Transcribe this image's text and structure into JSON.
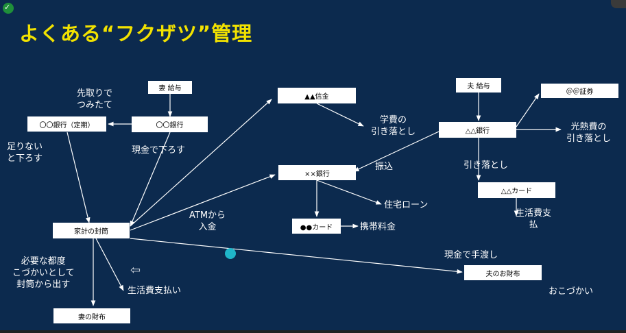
{
  "title": "よくある“フクザツ”管理",
  "boxes": {
    "wife_salary": "妻 給与",
    "bank_fixed": "〇〇銀行（定期）",
    "bank_oo": "〇〇銀行",
    "shinkin": "▲▲信金",
    "bank_xx": "××銀行",
    "card_bb": "●●カード",
    "envelope": "家計の封筒",
    "wife_wallet": "妻の財布",
    "husband_salary": "夫 給与",
    "securities": "＠＠証券",
    "bank_tt": "△△銀行",
    "card_tt": "△△カード",
    "husband_wallet": "夫のお財布"
  },
  "labels": {
    "saving": [
      "先取りで",
      "つみたて"
    ],
    "shortage": [
      "足りない",
      "と下ろす"
    ],
    "cash_withdraw": "現金で下ろす",
    "atm": [
      "ATMから",
      "入金"
    ],
    "tuition": [
      "学費の",
      "引き落とし"
    ],
    "transfer": "振込",
    "housing_loan": "住宅ローン",
    "phone_fee": "携帯料金",
    "utilities": [
      "光熱費の",
      "引き落とし"
    ],
    "debit": "引き落とし",
    "living_pay_right": [
      "生活費支",
      "払"
    ],
    "cash_handover": "現金で手渡し",
    "pocket_money_wife": [
      "必要な都度",
      "こづかいとして",
      "封筒から出す"
    ],
    "living_pay": "生活費支払い",
    "pocket_money": "おこづかい"
  },
  "colors": {
    "background": "#0c2a4e",
    "title": "#f2e200",
    "pointer_dot": "#1fb5c9"
  }
}
